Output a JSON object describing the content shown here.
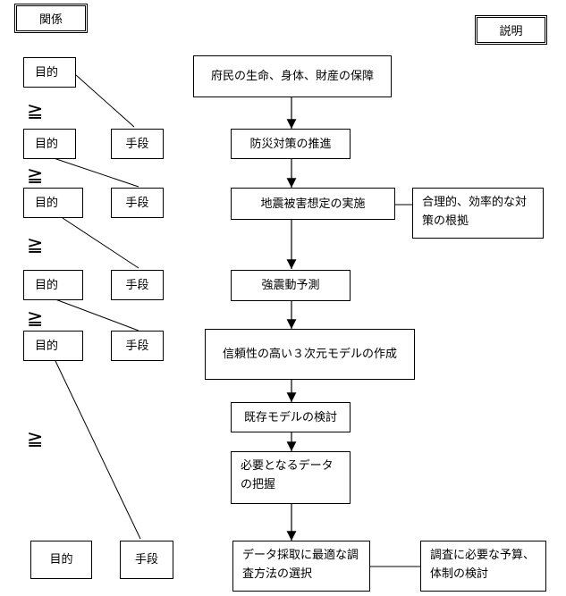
{
  "header": {
    "relation_label": "関係",
    "explanation_label": "説明"
  },
  "left_column": {
    "rows": [
      {
        "purpose": "目的",
        "means": ""
      },
      {
        "purpose": "目的",
        "means": "手段"
      },
      {
        "purpose": "目的",
        "means": "手段"
      },
      {
        "purpose": "目的",
        "means": "手段"
      },
      {
        "purpose": "目的",
        "means": "手段"
      },
      {
        "purpose": "目的",
        "means": "手段"
      }
    ],
    "relation_symbol": "≧"
  },
  "flow": {
    "steps": [
      "府民の生命、身体、財産の保障",
      "防災対策の推進",
      "地震被害想定の実施",
      "強震動予測",
      "信頼性の高い３次元モデルの作成",
      "既存モデルの検討",
      "必要となるデータの把握",
      "データ採取に最適な調査方法の選択"
    ]
  },
  "notes": [
    "合理的、効率的な対策の根拠",
    "調査に必要な予算、体制の検討"
  ]
}
